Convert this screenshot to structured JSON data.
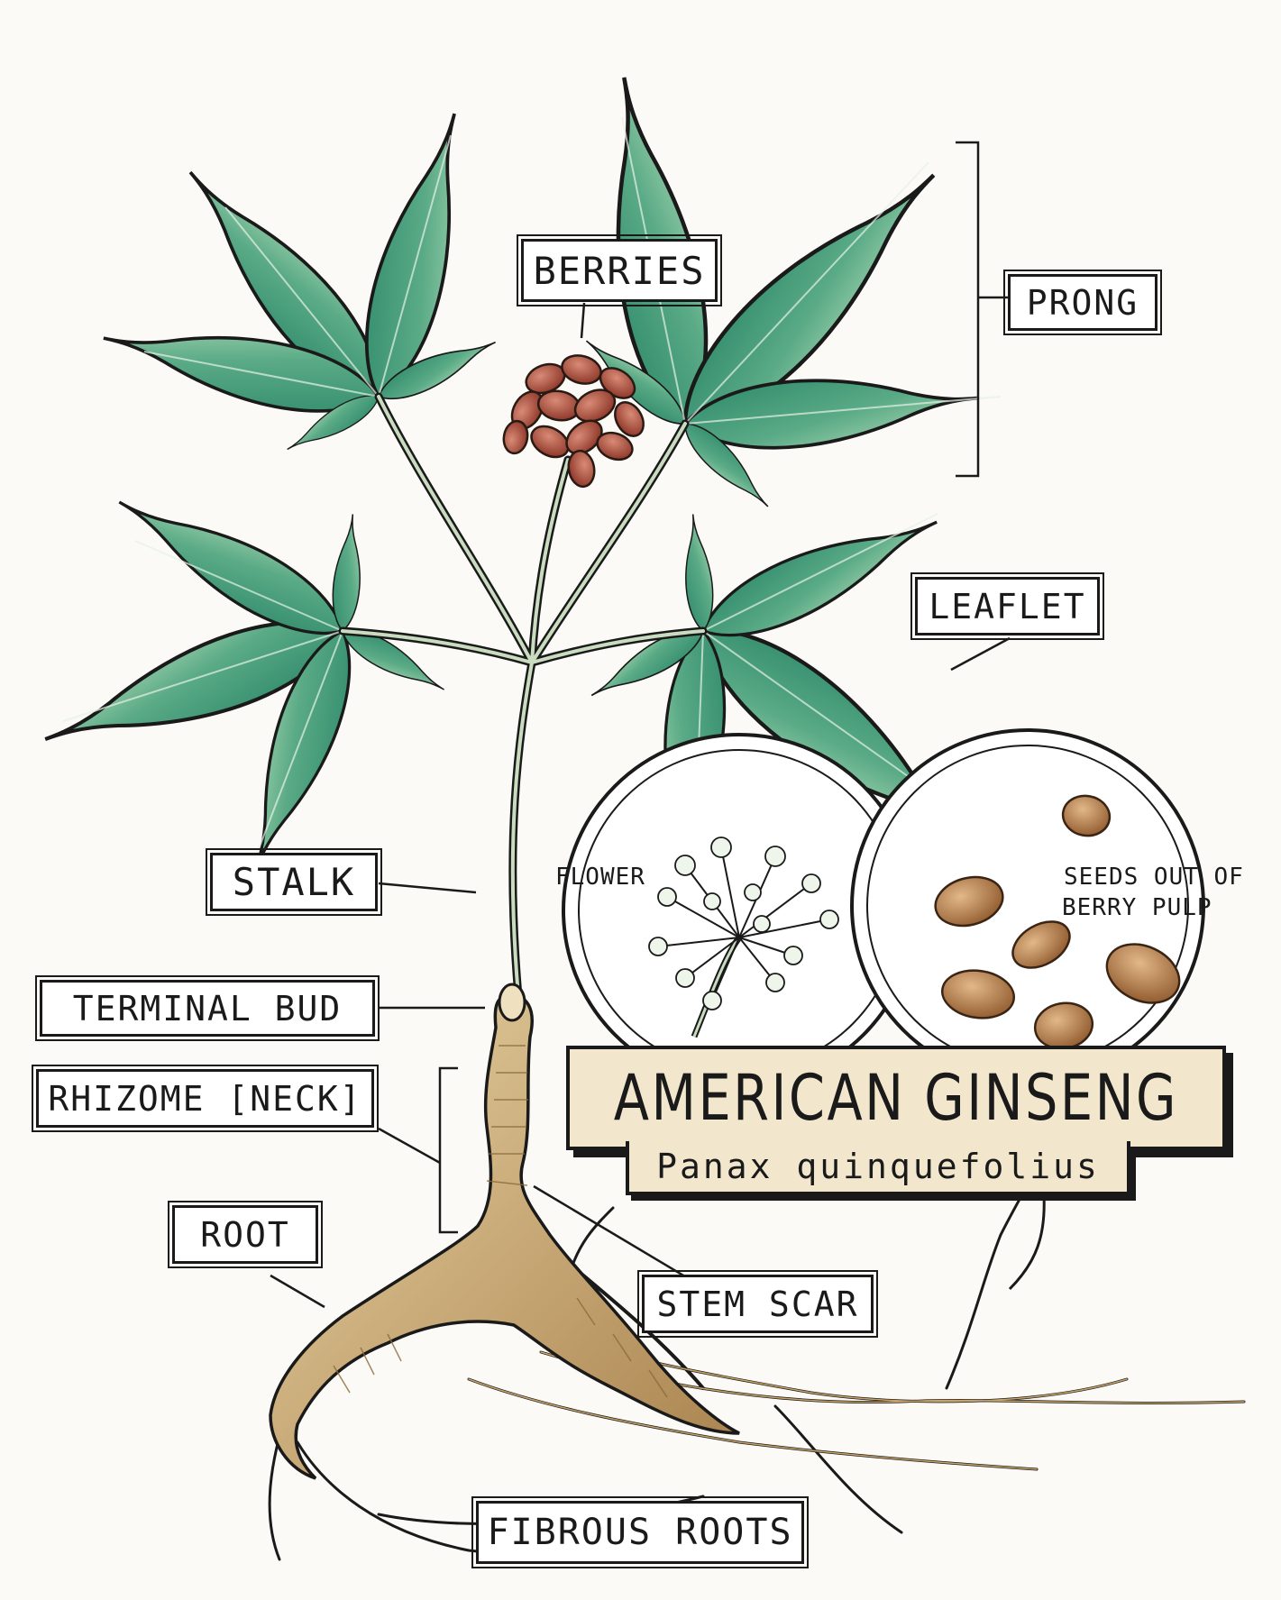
{
  "title": "AMERICAN GINSENG",
  "subtitle": "Panax quinquefolius",
  "labels": {
    "berries": "BERRIES",
    "prong": "PRONG",
    "leaflet": "LEAFLET",
    "stalk": "STALK",
    "terminal_bud": "TERMINAL BUD",
    "rhizome": "RHIZOME [NECK]",
    "root": "ROOT",
    "stem_scar": "STEM SCAR",
    "fibrous_roots": "FIBROUS ROOTS"
  },
  "insets": {
    "flower": "FLOWER",
    "seeds_line1": "SEEDS OUT OF",
    "seeds_line2": "BERRY PULP"
  },
  "colors": {
    "leaf": "#2f8a6a",
    "leaf_light": "#9cd0ac",
    "berry": "#a8473a",
    "root": "#c9a46a",
    "seed": "#b27a48",
    "title_bg": "#f2e6cc",
    "ink": "#1a1a1a"
  }
}
